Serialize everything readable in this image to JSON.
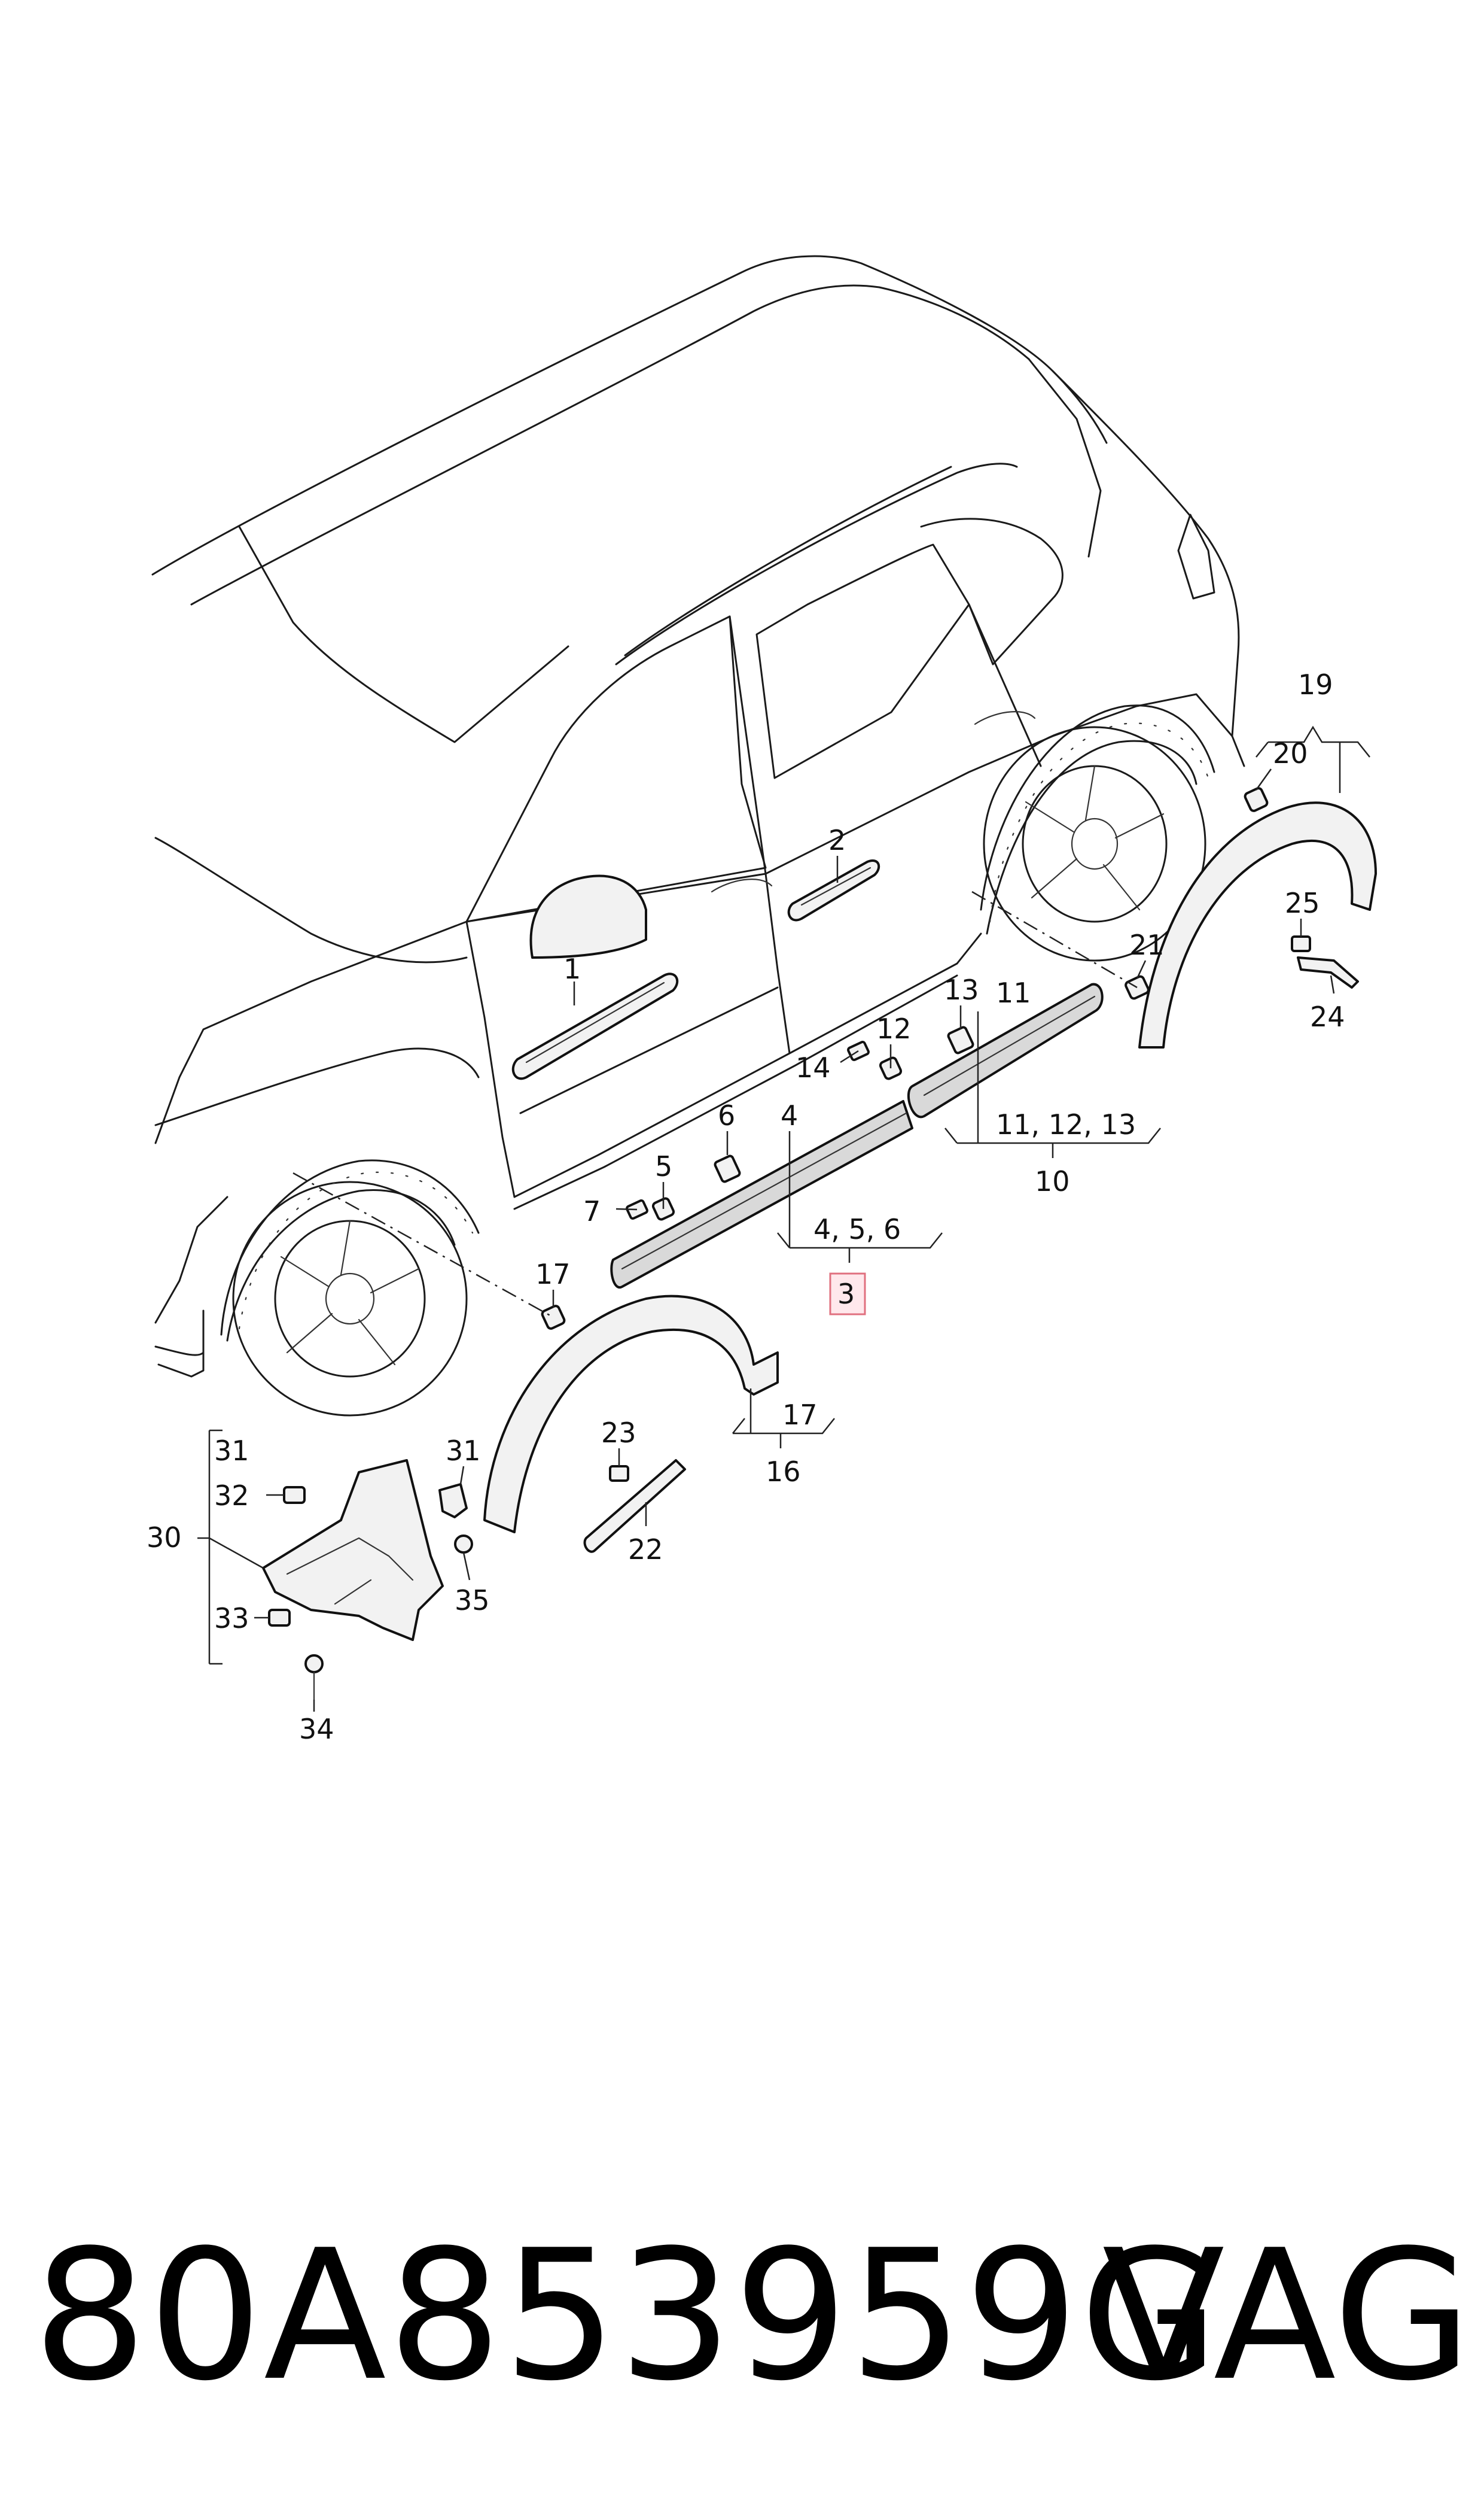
{
  "diagram": {
    "callouts": {
      "c1": "1",
      "c2": "2",
      "c3": "3",
      "c4": "4",
      "c456": "4, 5, 6",
      "c5": "5",
      "c6": "6",
      "c7": "7",
      "c10": "10",
      "c11": "11",
      "c111213": "11, 12, 13",
      "c12": "12",
      "c13": "13",
      "c14": "14",
      "c16": "16",
      "c17a": "17",
      "c17b": "17",
      "c19": "19",
      "c20": "20",
      "c21": "21",
      "c22": "22",
      "c23": "23",
      "c24": "24",
      "c25": "25",
      "c30": "30",
      "c31a": "31",
      "c31b": "31",
      "c32": "32",
      "c33": "33",
      "c34": "34",
      "c35": "35"
    },
    "highlight_color": "#e0707f"
  },
  "footer": {
    "part_number": "80A853959G",
    "brand": "VAG"
  }
}
